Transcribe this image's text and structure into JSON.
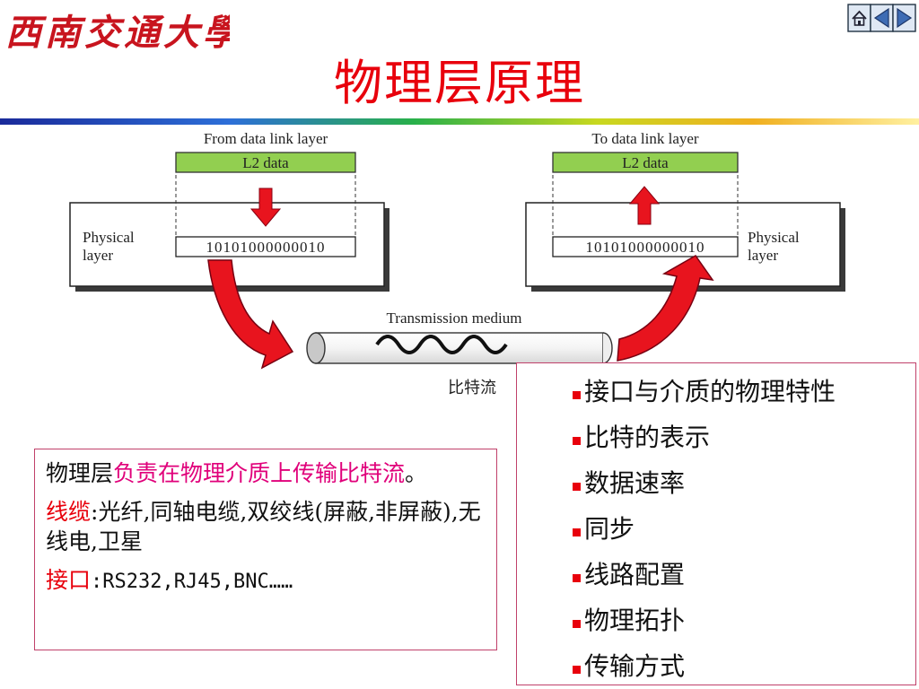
{
  "header": {
    "logo_text": "西南交通大學",
    "title": "物理层原理"
  },
  "nav": {
    "home_label": "home",
    "prev_label": "previous",
    "next_label": "next"
  },
  "diagram": {
    "left": {
      "caption": "From data link layer",
      "l2_label": "L2 data",
      "bits": "10101000000010",
      "layer_label": [
        "Physical",
        "layer"
      ]
    },
    "right": {
      "caption": "To data link layer",
      "l2_label": "L2 data",
      "bits": "10101000000010",
      "layer_label": [
        "Physical",
        "layer"
      ]
    },
    "medium_label": "Transmission medium",
    "bitstream_label": "比特流"
  },
  "definition": {
    "line1_plain": "物理层",
    "line1_pink": "负责在物理介质上传输比特流",
    "line1_end": "。",
    "cable_label": "线缆",
    "cable_text": ":光纤,同轴电缆,双绞线(屏蔽,非屏蔽),无线电,卫星",
    "iface_label": "接口",
    "iface_text": ":RS232,RJ45,BNC……"
  },
  "properties": [
    "接口与介质的物理特性",
    "比特的表示",
    "数据速率",
    "同步",
    "线路配置",
    "物理拓扑",
    "传输方式"
  ],
  "colors": {
    "accent_red": "#e8000c",
    "l2_green": "#92cf50",
    "pink": "#e0007a",
    "border": "#c0406a"
  }
}
